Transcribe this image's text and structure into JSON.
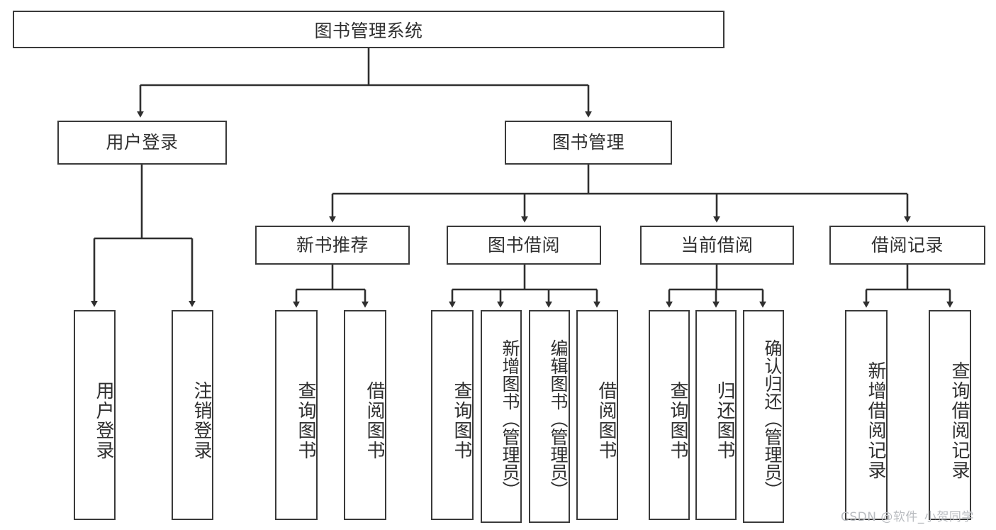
{
  "diagram": {
    "title": "图书管理系统",
    "type": "tree",
    "watermark": "CSDN @软件_小贺同学",
    "colors": {
      "box_border": "#3a3a3a",
      "box_fill": "#ffffff",
      "text": "#2f2f2f",
      "edge": "#2f2f2f",
      "watermark": "#b9bcc0",
      "background": "#ffffff"
    },
    "root": {
      "label": "图书管理系统"
    },
    "level2": [
      {
        "label": "用户登录"
      },
      {
        "label": "图书管理"
      }
    ],
    "level3": [
      {
        "label": "新书推荐"
      },
      {
        "label": "图书借阅"
      },
      {
        "label": "当前借阅"
      },
      {
        "label": "借阅记录"
      }
    ],
    "leaves": {
      "user_login": [
        {
          "label": "用户登录"
        },
        {
          "label": "注销登录"
        }
      ],
      "new_book_recommend": [
        {
          "label": "查询图书"
        },
        {
          "label": "借阅图书"
        }
      ],
      "book_borrow": [
        {
          "label": "查询图书"
        },
        {
          "label": "新增图书（管理员）"
        },
        {
          "label": "编辑图书（管理员）"
        },
        {
          "label": "借阅图书"
        }
      ],
      "current_borrow": [
        {
          "label": "查询图书"
        },
        {
          "label": "归还图书"
        },
        {
          "label": "确认归还（管理员）"
        }
      ],
      "borrow_record": [
        {
          "label": "新增借阅记录"
        },
        {
          "label": "查询借阅记录"
        }
      ]
    }
  }
}
